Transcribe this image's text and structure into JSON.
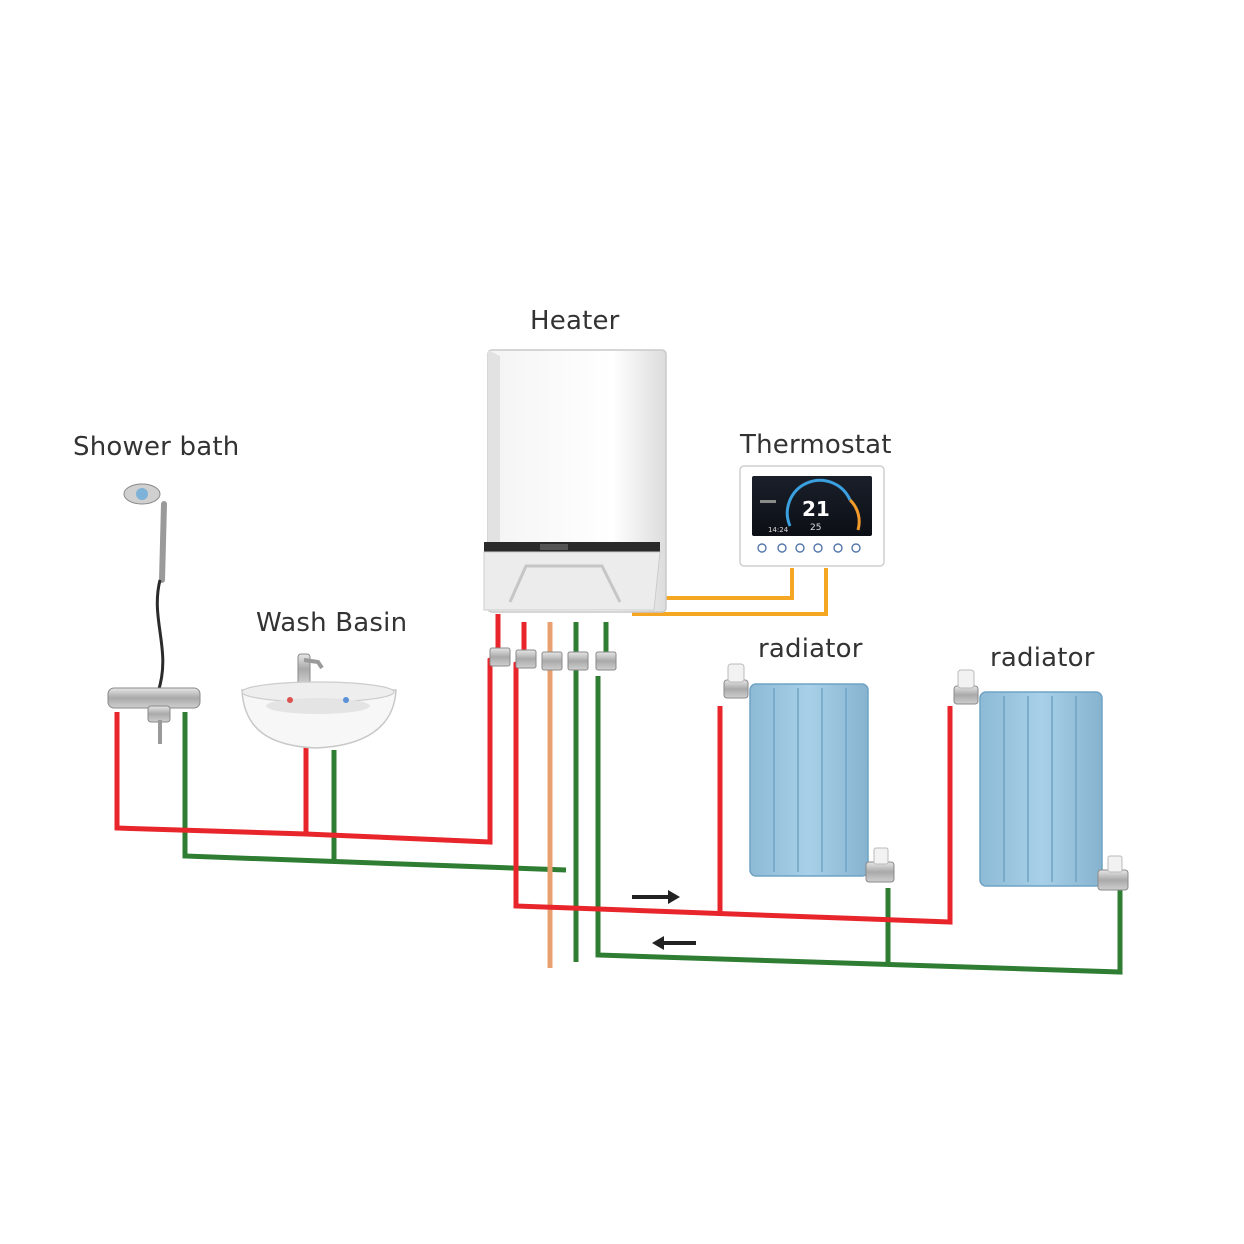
{
  "labels": {
    "heater": "Heater",
    "thermostat": "Thermostat",
    "shower": "Shower bath",
    "wash_basin": "Wash Basin",
    "radiator_1": "radiator",
    "radiator_2": "radiator"
  },
  "thermostat_display": {
    "temperature": "21",
    "set_point": "25",
    "time": "14:24"
  },
  "colors": {
    "hot_pipe": "#e8252b",
    "cold_pipe": "#2e7d32",
    "gas_pipe": "#e8a070",
    "control_wire": "#f5a623",
    "radiator_fill": "#9cc6e0",
    "radiator_edge": "#6fa3c4",
    "label_text": "#333333"
  }
}
